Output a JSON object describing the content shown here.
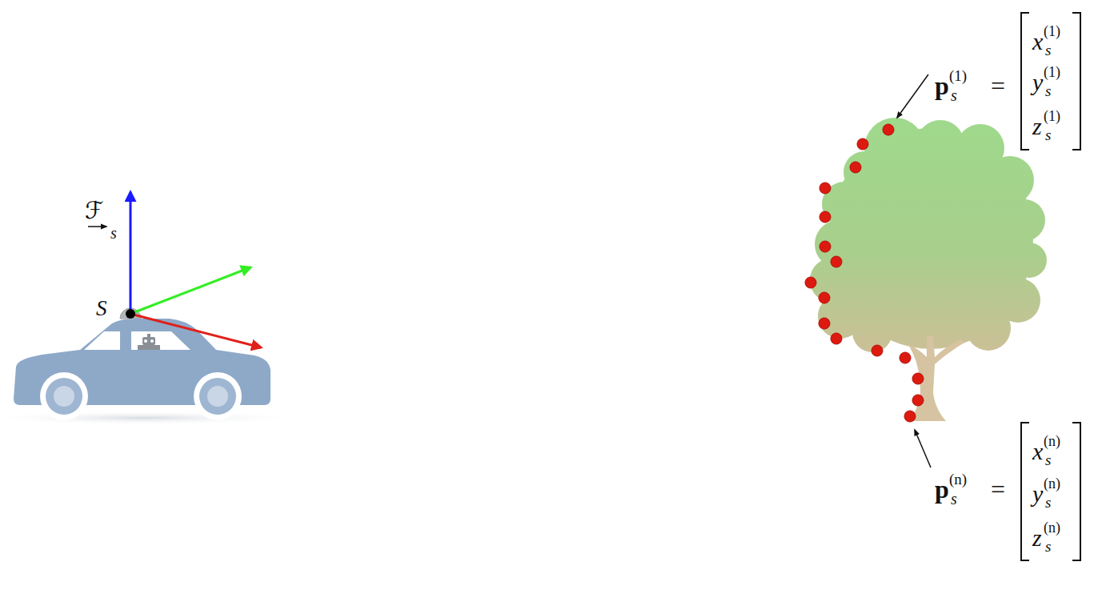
{
  "diagram": {
    "labels": [
      "ℱ",
      "s",
      "S",
      "p",
      "s",
      "(1)",
      "=",
      "x",
      "s",
      "(1)",
      "y",
      "s",
      "(1)",
      "z",
      "s",
      "(1)",
      "p",
      "s",
      "(n)",
      "=",
      "x",
      "s",
      "(n)",
      "y",
      "s",
      "(n)",
      "z",
      "s",
      "(n)"
    ]
  }
}
